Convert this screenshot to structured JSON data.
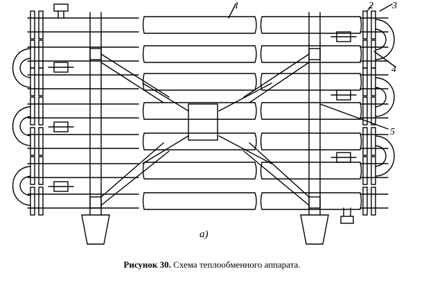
{
  "figure": {
    "callouts": [
      "1",
      "2",
      "3",
      "4",
      "5"
    ],
    "sublabel": "а)"
  },
  "caption": {
    "label": "Рисунок 30.",
    "text": " Схема теплообменного аппарата."
  }
}
